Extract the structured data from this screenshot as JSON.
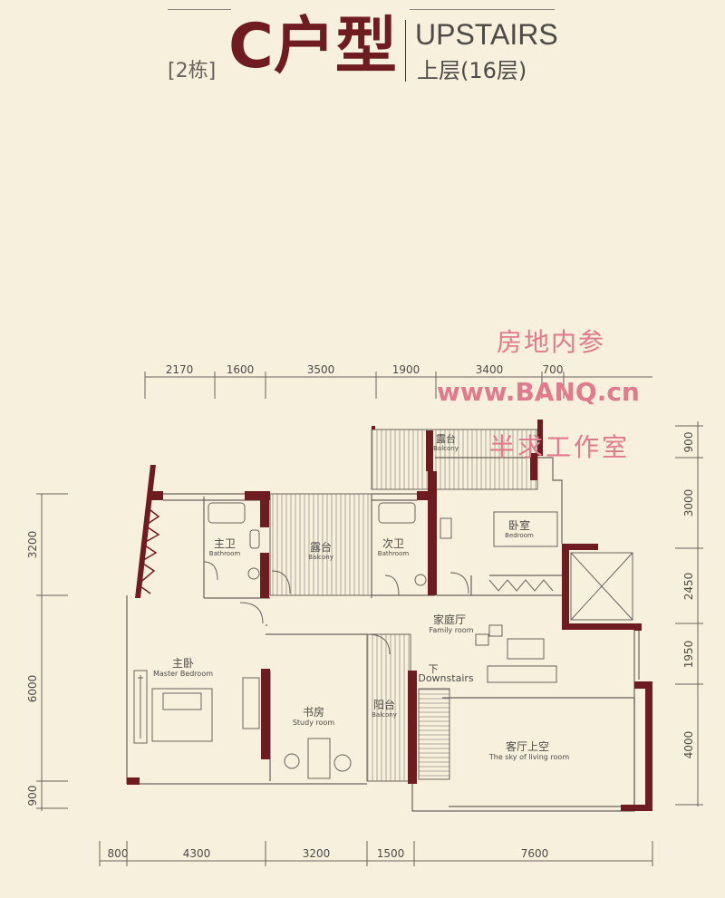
{
  "header": {
    "building": "[2栋]",
    "unit_type": "C户型",
    "floor_en": "UPSTAIRS",
    "floor_cn": "上层(16层)"
  },
  "watermark": {
    "line1": "房地内参",
    "line2": "www.BANQ.cn",
    "line3": "半求工作室"
  },
  "dimensions": {
    "top": [
      "2170",
      "1600",
      "3500",
      "1900",
      "3400",
      "700"
    ],
    "bottom": [
      "800",
      "4300",
      "3200",
      "1500",
      "7600"
    ],
    "left": [
      "3200",
      "6000",
      "900"
    ],
    "right": [
      "900",
      "3000",
      "2450",
      "1950",
      "4000"
    ]
  },
  "rooms": {
    "master_bath": {
      "cn": "主卫",
      "en": "Bathroom"
    },
    "balcony_mid": {
      "cn": "露台",
      "en": "Balcony"
    },
    "second_bath": {
      "cn": "次卫",
      "en": "Bathroom"
    },
    "bedroom": {
      "cn": "卧室",
      "en": "Bedroom"
    },
    "balcony_top": {
      "cn": "露台",
      "en": "Balcony"
    },
    "family_room": {
      "cn": "家庭厅",
      "en": "Family room"
    },
    "master_bedroom": {
      "cn": "主卧",
      "en": "Master Bedroom"
    },
    "study": {
      "cn": "书房",
      "en": "Study room"
    },
    "balcony_side": {
      "cn": "阳台",
      "en": "Balcony"
    },
    "downstairs": {
      "cn": "下",
      "en": "Downstairs"
    },
    "living_void": {
      "cn": "客厅上空",
      "en": "The sky of living room"
    }
  },
  "colors": {
    "background": "#f6f0dc",
    "wall": "#6e1c1f",
    "line": "#6b625c",
    "watermark": "#e07a8c"
  }
}
